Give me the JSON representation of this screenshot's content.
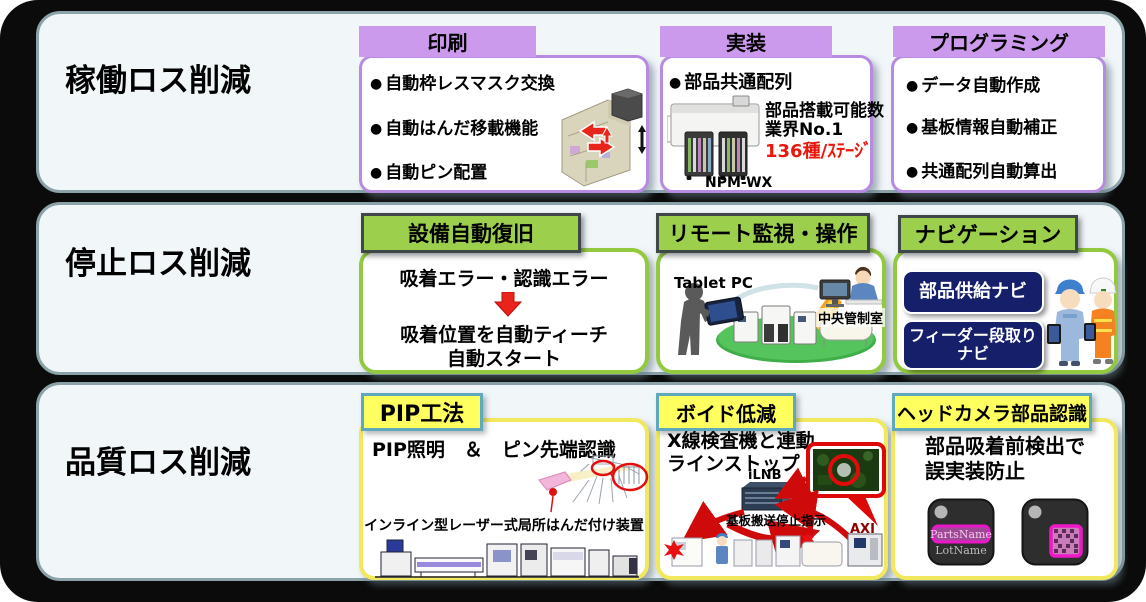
{
  "colors": {
    "frame-bg": "#0b0b0b",
    "row-bg": "#f1f6f9",
    "row-border": "#8ba2a9",
    "purple-banner": "#cc9aec",
    "purple-border": "#b78be0",
    "green-banner": "#9ccf4c",
    "green-banner-border": "#3f4749",
    "green-border": "#93c93f",
    "yellow-banner": "#ffff60",
    "yellow-banner-border": "#5fa9bd",
    "yellow-border": "#f1e85e",
    "navy-button": "#161f6a",
    "accent-red": "#e8180c"
  },
  "rows": [
    {
      "title": "稼働ロス削減",
      "boxes": [
        {
          "header": "印刷",
          "bullets": [
            "自動枠レスマスク交換",
            "自動はんだ移載機能",
            "自動ピン配置"
          ]
        },
        {
          "header": "実装",
          "bullet": "部品共通配列",
          "note_line1": "部品搭載可能数",
          "note_line2": "業界No.1",
          "highlight": "136種/ｽﾃｰｼﾞ",
          "machine_label": "NPM-WX"
        },
        {
          "header": "プログラミング",
          "bullets": [
            "データ自動作成",
            "基板情報自動補正",
            "共通配列自動算出"
          ]
        }
      ]
    },
    {
      "title": "停止ロス削減",
      "boxes": [
        {
          "header": "設備自動復旧",
          "error_line": "吸着エラー・認識エラー",
          "teach_line": "吸着位置を自動ティーチ",
          "start_line": "自動スタート"
        },
        {
          "header": "リモート監視・操作",
          "tablet_label": "Tablet PC",
          "control_room_label": "中央管制室"
        },
        {
          "header": "ナビゲーション",
          "button1": "部品供給ナビ",
          "button2_line1": "フィーダー段取り",
          "button2_line2": "ナビ"
        }
      ]
    },
    {
      "title": "品質ロス削減",
      "boxes": [
        {
          "header": "PIP工法",
          "feature_line": "PIP照明　＆　ピン先端認識",
          "device_line": "インライン型レーザー式局所はんだ付け装置"
        },
        {
          "header": "ボイド低減",
          "line1": "X線検査機と連動",
          "line2": "ラインストップ",
          "server_label": "iLNB",
          "stop_label": "基板搬送停止指示",
          "axi_label": "AXI"
        },
        {
          "header": "ヘッドカメラ部品認識",
          "line1": "部品吸着前検出で",
          "line2": "誤実装防止",
          "reel_label1": "PartsName",
          "reel_label2": "LotName"
        }
      ]
    }
  ]
}
